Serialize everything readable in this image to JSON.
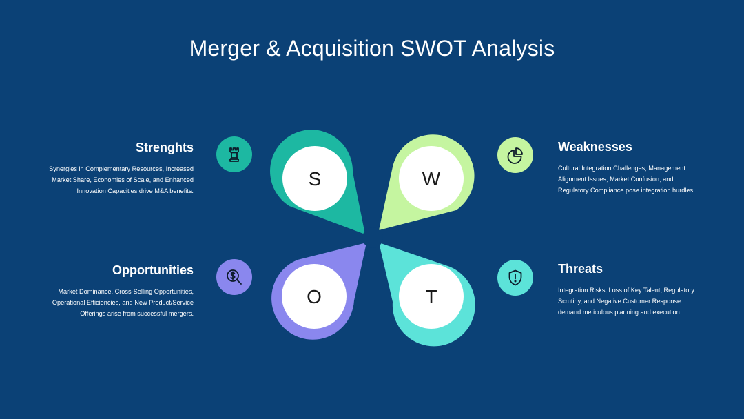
{
  "title": "Merger & Acquisition SWOT Analysis",
  "strengths": {
    "heading": "Strenghts",
    "text": "Synergies in Complementary Resources, Increased Market Share, Economies of Scale, and Enhanced Innovation Capacities drive M&A benefits.",
    "letter": "S",
    "icon": "chess-rook-icon",
    "color": "#1db8a2"
  },
  "weaknesses": {
    "heading": "Weaknesses",
    "text": "Cultural Integration Challenges, Management Alignment Issues, Market Confusion, and Regulatory Compliance pose integration hurdles.",
    "letter": "W",
    "icon": "pie-chart-icon",
    "color": "#c5f5a0"
  },
  "opportunities": {
    "heading": "Opportunities",
    "text": "Market Dominance, Cross-Selling Opportunities, Operational Efficiencies, and New Product/Service Offerings arise from successful mergers.",
    "letter": "O",
    "icon": "dollar-search-icon",
    "color": "#8a87ee"
  },
  "threats": {
    "heading": "Threats",
    "text": "Integration Risks, Loss of Key Talent, Regulatory Scrutiny, and Negative Customer Response demand meticulous planning and execution.",
    "letter": "T",
    "icon": "shield-alert-icon",
    "color": "#5ce3d9"
  },
  "background": "#0b4176"
}
